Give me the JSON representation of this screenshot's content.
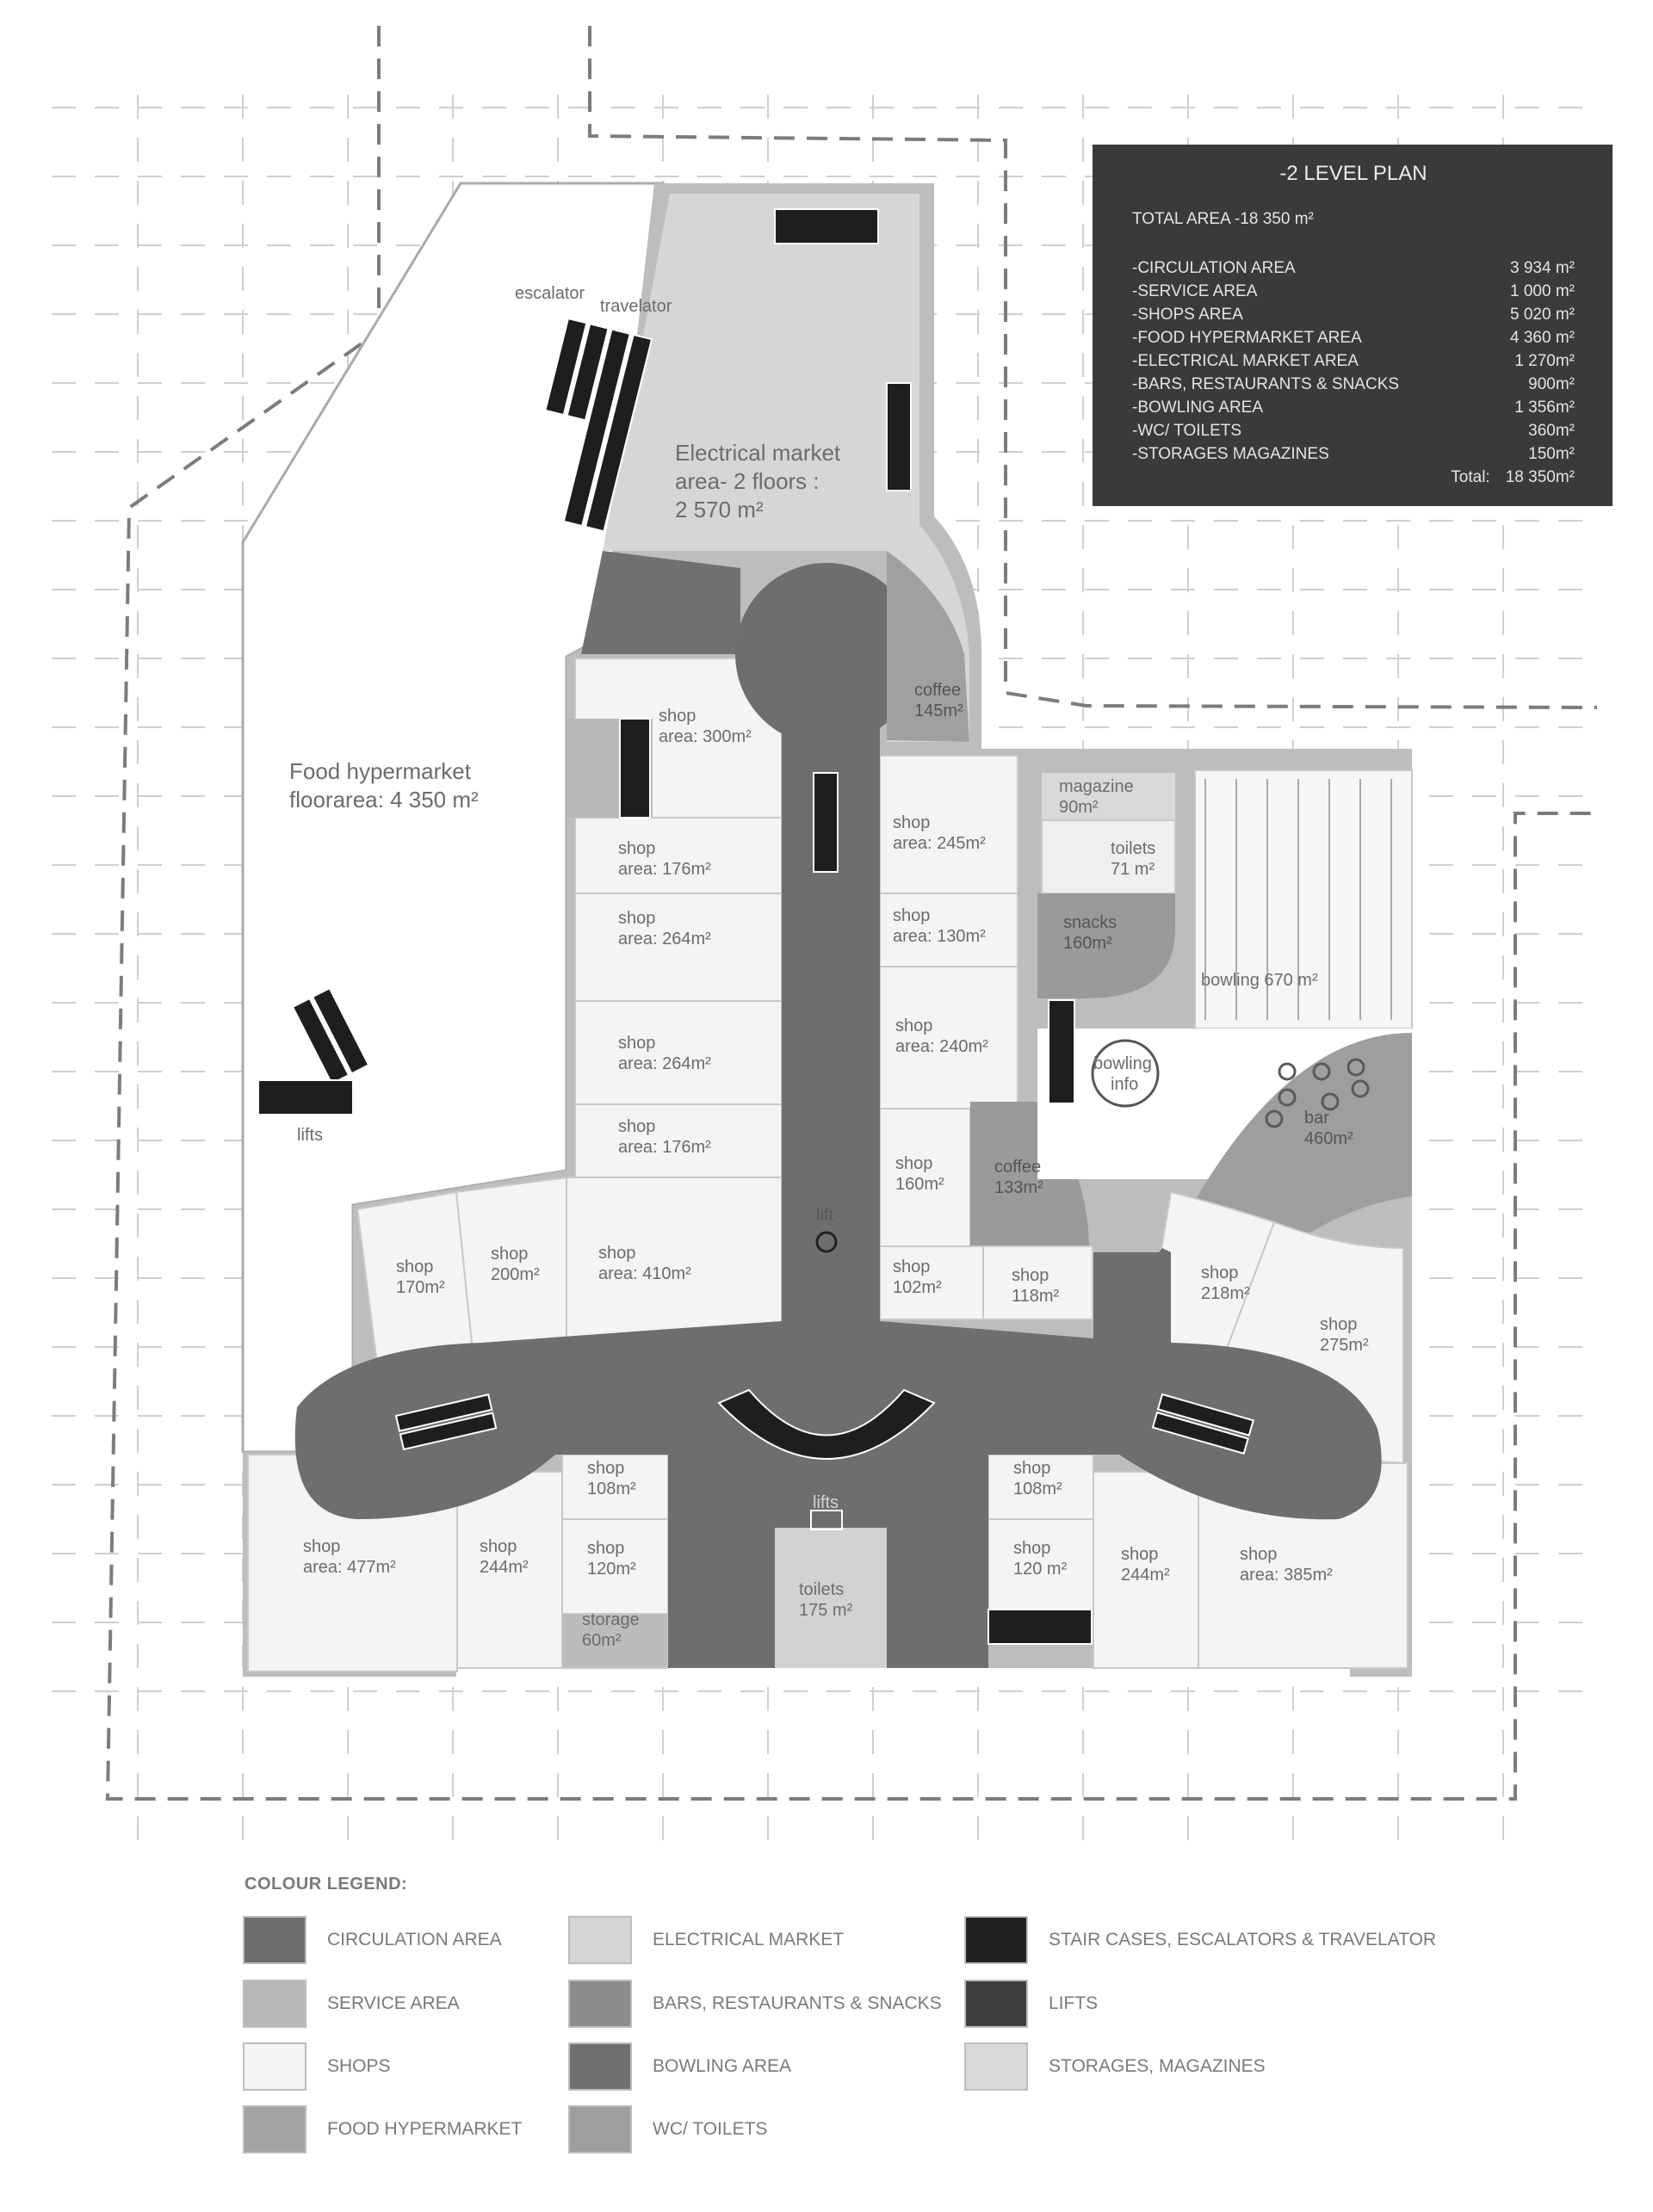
{
  "summary": {
    "title": "-2 LEVEL PLAN",
    "total_area": "TOTAL AREA -18 350 m²",
    "rows": [
      {
        "label": "-CIRCULATION AREA",
        "value": "3 934 m²"
      },
      {
        "label": "-SERVICE AREA",
        "value": "1 000 m²"
      },
      {
        "label": "-SHOPS AREA",
        "value": "5 020 m²"
      },
      {
        "label": "-FOOD HYPERMARKET AREA",
        "value": "4 360 m²"
      },
      {
        "label": "-ELECTRICAL MARKET AREA",
        "value": "1 270m²"
      },
      {
        "label": "-BARS, RESTAURANTS & SNACKS",
        "value": "900m²"
      },
      {
        "label": "-BOWLING AREA",
        "value": "1 356m²"
      },
      {
        "label": "-WC/ TOILETS",
        "value": "360m²"
      },
      {
        "label": "-STORAGES MAGAZINES",
        "value": "150m²"
      }
    ],
    "grand_total_label": "Total:",
    "grand_total_value": "18 350m²"
  },
  "plan_labels": {
    "escalator": "escalator",
    "travelator": "travelator",
    "electrical_1": "Electrical market",
    "electrical_2": "area- 2 floors :",
    "electrical_3": "2 570 m²",
    "food_1": "Food hypermarket",
    "food_2": "floorarea: 4 350 m²",
    "lifts_left": "lifts",
    "coffee_top_1": "coffee",
    "coffee_top_2": "145m²",
    "shop_300_1": "shop",
    "shop_300_2": "area: 300m²",
    "shop_176a_1": "shop",
    "shop_176a_2": "area: 176m²",
    "shop_264a_1": "shop",
    "shop_264a_2": "area: 264m²",
    "shop_264b_1": "shop",
    "shop_264b_2": "area: 264m²",
    "shop_176b_1": "shop",
    "shop_176b_2": "area: 176m²",
    "shop_245_1": "shop",
    "shop_245_2": "area: 245m²",
    "shop_130_1": "shop",
    "shop_130_2": "area: 130m²",
    "shop_240_1": "shop",
    "shop_240_2": "area: 240m²",
    "shop_160_1": "shop",
    "shop_160_2": "160m²",
    "coffee_mid_1": "coffee",
    "coffee_mid_2": "133m²",
    "magazine_1": "magazine",
    "magazine_2": "90m²",
    "toilets_top_1": "toilets",
    "toilets_top_2": "71 m²",
    "snacks_1": "snacks",
    "snacks_2": "160m²",
    "bowling": "bowling 670 m²",
    "bowling_info_1": "bowling",
    "bowling_info_2": "info",
    "bar_1": "bar",
    "bar_2": "460m²",
    "lift_center": "lift",
    "shop_170_1": "shop",
    "shop_170_2": "170m²",
    "shop_200_1": "shop",
    "shop_200_2": "200m²",
    "shop_410_1": "shop",
    "shop_410_2": "area: 410m²",
    "shop_102_1": "shop",
    "shop_102_2": "102m²",
    "shop_118_1": "shop",
    "shop_118_2": "118m²",
    "shop_218_1": "shop",
    "shop_218_2": "218m²",
    "shop_275_1": "shop",
    "shop_275_2": "275m²",
    "shop_477_1": "shop",
    "shop_477_2": "area: 477m²",
    "shop_244a_1": "shop",
    "shop_244a_2": "244m²",
    "shop_108a_1": "shop",
    "shop_108a_2": "108m²",
    "shop_120a_1": "shop",
    "shop_120a_2": "120m²",
    "storage_1": "storage",
    "storage_2": "60m²",
    "lifts_center": "lifts",
    "toilets_bottom_1": "toilets",
    "toilets_bottom_2": "175 m²",
    "shop_108b_1": "shop",
    "shop_108b_2": "108m²",
    "shop_120b_1": "shop",
    "shop_120b_2": "120 m²",
    "shop_244b_1": "shop",
    "shop_244b_2": "244m²",
    "shop_385_1": "shop",
    "shop_385_2": "area: 385m²"
  },
  "legend": {
    "title": "COLOUR LEGEND:",
    "items": [
      {
        "label": "CIRCULATION AREA",
        "color": "#6e6e6e"
      },
      {
        "label": "SERVICE AREA",
        "color": "#b8b8b8"
      },
      {
        "label": "SHOPS",
        "color": "#f4f4f4"
      },
      {
        "label": "FOOD HYPERMARKET",
        "color": "#a4a4a4"
      },
      {
        "label": "ELECTRICAL MARKET",
        "color": "#d6d6d6"
      },
      {
        "label": "BARS, RESTAURANTS & SNACKS",
        "color": "#8c8c8c"
      },
      {
        "label": "BOWLING AREA",
        "color": "#707070"
      },
      {
        "label": "WC/ TOILETS",
        "color": "#9e9e9e"
      },
      {
        "label": "STAIR CASES, ESCALATORS & TRAVELATOR",
        "color": "#222222"
      },
      {
        "label": "LIFTS",
        "color": "#3e3e3e"
      },
      {
        "label": "STORAGES, MAGAZINES",
        "color": "#d9d9d9"
      }
    ]
  }
}
